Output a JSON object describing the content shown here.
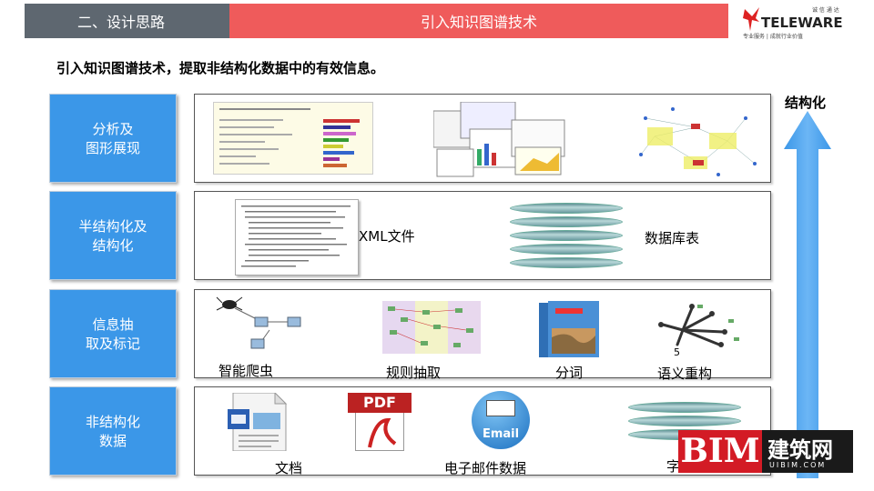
{
  "header": {
    "section": "二、设计思路",
    "title": "引入知识图谱技术",
    "logo_name": "TELEWARE",
    "logo_sub": "专业服务 | 成就行业价值",
    "logo_small": "诚 信 通 达"
  },
  "subtitle": "引入知识图谱技术，提取非结构化数据中的有效信息。",
  "rows": [
    {
      "label_line1": "分析及",
      "label_line2": "图形展现"
    },
    {
      "label_line1": "半结构化及",
      "label_line2": "结构化",
      "items": [
        "XML文件",
        "数据库表"
      ]
    },
    {
      "label_line1": "信息抽",
      "label_line2": "取及标记",
      "items": [
        "智能爬虫",
        "规则抽取",
        "分词",
        "语义重构"
      ],
      "number": "5"
    },
    {
      "label_line1": "非结构化",
      "label_line2": "数据",
      "items": [
        "文档",
        "电子邮件数据",
        "字典"
      ]
    }
  ],
  "arrow_label": "结构化",
  "icons": {
    "pdf": "PDF",
    "email": "Email"
  },
  "watermark": {
    "bim": "BIM",
    "cn": "建筑网",
    "url": "UIBIM.COM"
  },
  "colors": {
    "label_blue": "#3b97e8",
    "header_red": "#ef5b5b",
    "header_gray": "#5e6770",
    "arrow_blue": "#3b97e8"
  }
}
